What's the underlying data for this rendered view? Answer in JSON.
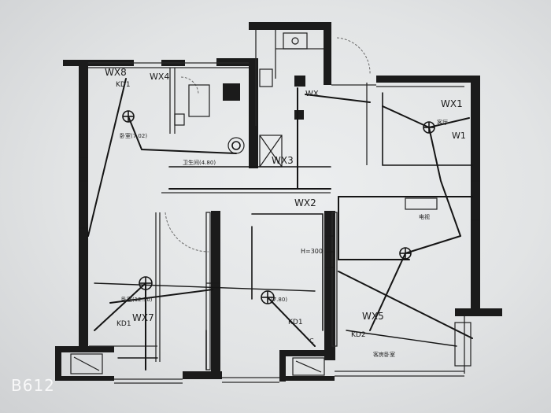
{
  "circuits": {
    "wx8": "WX8",
    "wx4": "WX4",
    "wx3": "WX3",
    "wx1": "WX1",
    "wx2": "WX2",
    "wx7": "WX7",
    "wx5": "WX5",
    "w1": "W1",
    "wx_top": "WX"
  },
  "labels": {
    "kd1_top": "KD1",
    "kd1_left": "KD1",
    "kd1_center": "KD1",
    "kd2": "KD2",
    "h_height": "H=300",
    "mark_c": "C",
    "room_bedroom_top": "卧室(7.02)",
    "room_corridor": "卫生间(4.80)",
    "room_living": "客厅",
    "room_bedroom_main": "卧室(12.30)",
    "room_center": "(7.80)",
    "room_small_right": "客房卧室",
    "room_tv": "电视"
  },
  "watermark": "B612"
}
